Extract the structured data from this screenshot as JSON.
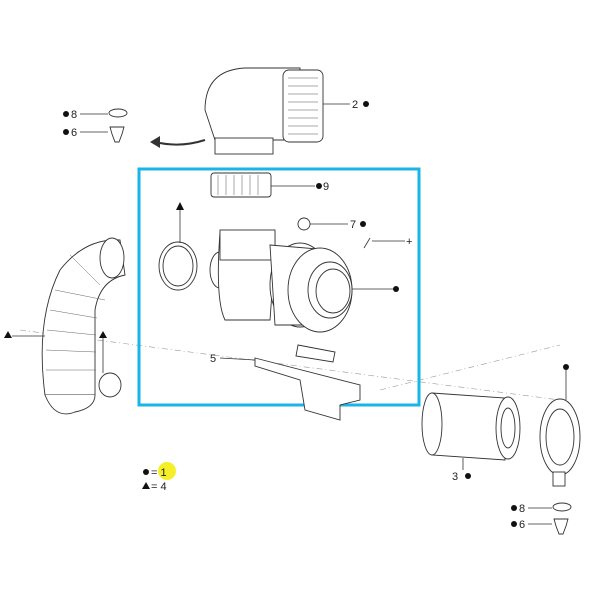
{
  "diagram": {
    "labels": {
      "clamp_top": "8",
      "grommet_top": "6",
      "intake_hood": "2",
      "precleaner_grid": "9",
      "clamp_mid": "7",
      "screw": "+",
      "bracket": "5",
      "filter_element": "3",
      "clamp_bottom": "8",
      "grommet_bottom": "6"
    },
    "legend": {
      "circle_eq": "= 1",
      "triangle_eq": "= 4"
    },
    "colors": {
      "highlight_box": "#1ab4e6",
      "highlight_marker": "#f5ef2a"
    }
  }
}
